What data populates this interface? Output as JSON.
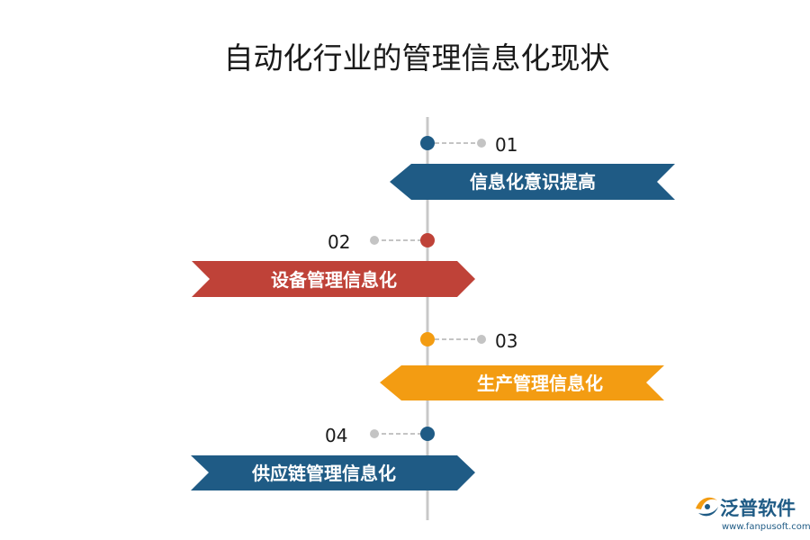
{
  "title": "自动化行业的管理信息化现状",
  "colors": {
    "line": "#c8c8c8",
    "connector": "#c4c4c4",
    "blue": "#1f5b85",
    "red": "#bf4238",
    "orange": "#f39c12",
    "logo_blue": "#1f5b85",
    "logo_orange": "#f39c12"
  },
  "steps": [
    {
      "number": "01",
      "label": "信息化意识提高",
      "color": "#1f5b85",
      "side": "right"
    },
    {
      "number": "02",
      "label": "设备管理信息化",
      "color": "#bf4238",
      "side": "left"
    },
    {
      "number": "03",
      "label": "生产管理信息化",
      "color": "#f39c12",
      "side": "right"
    },
    {
      "number": "04",
      "label": "供应链管理信息化",
      "color": "#1f5b85",
      "side": "left"
    }
  ],
  "logo": {
    "name": "泛普软件",
    "url": "www.fanpusoft.com",
    "icon": "fanpu-logo-icon"
  }
}
